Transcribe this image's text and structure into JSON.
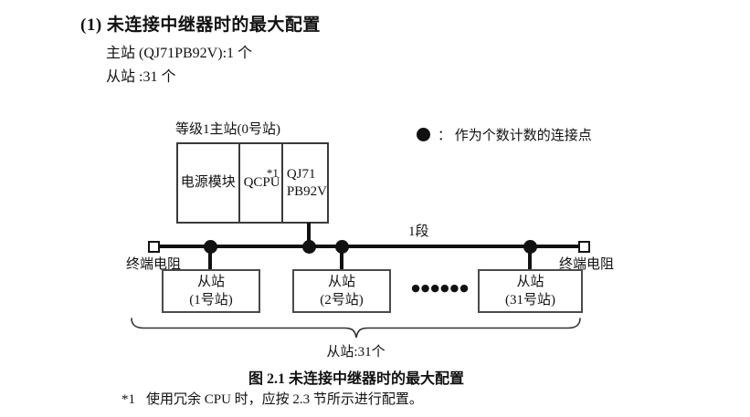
{
  "intro": {
    "heading": "(1) 未连接中继器时的最大配置",
    "master_line": "主站 (QJ71PB92V):1 个",
    "slave_line": "从站 :31 个"
  },
  "diagram": {
    "master_station_label": "等级1主站(0号站)",
    "modules": {
      "power": "电源模块",
      "cpu": "QCPU",
      "cpu_footnote_ref": "*1",
      "pb_line1": "QJ71",
      "pb_line2": "PB92V"
    },
    "legend": {
      "text": "：  作为个数计数的连接点"
    },
    "segment_label": "1段",
    "terminator_left": "终端电阻",
    "terminator_right": "终端电阻",
    "slaves": [
      {
        "line1": "从站",
        "line2": "(1号站)"
      },
      {
        "line1": "从站",
        "line2": "(2号站)"
      },
      {
        "line1": "从站",
        "line2": "(31号站)"
      }
    ],
    "ellipsis": "●●●●●●",
    "brace_label": "从站:31个"
  },
  "caption": "图 2.1 未连接中继器时的最大配置",
  "footnote": {
    "marker": "*1",
    "text": "使用冗余 CPU 时，应按 2.3 节所示进行配置。"
  }
}
